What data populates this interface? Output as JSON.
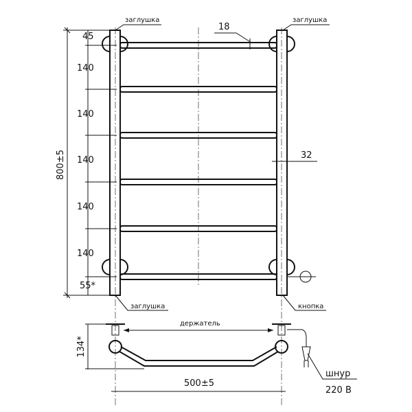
{
  "labels": {
    "plug_top_left": "заглушка",
    "plug_top_right": "заглушка",
    "plug_bottom_left": "заглушка",
    "button": "кнопка",
    "holder": "держатель",
    "cord": "шнур",
    "voltage": "220 В"
  },
  "dimensions": {
    "height_total": "800±5",
    "top_offset": "45",
    "spacings": [
      "140",
      "140",
      "140",
      "140",
      "140"
    ],
    "bottom_offset": "55*",
    "rung_diameter": "18",
    "pipe_diameter": "32",
    "depth": "134*",
    "width": "500±5"
  }
}
